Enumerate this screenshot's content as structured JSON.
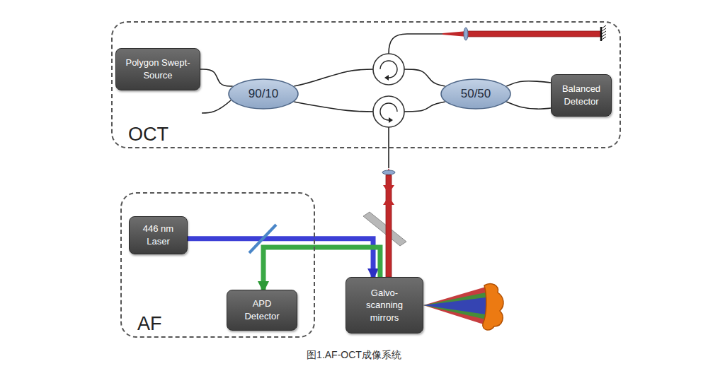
{
  "diagram": {
    "caption": "图1.AF-OCT成像系统",
    "nodes": [
      {
        "text": [
          "OCT"
        ]
      },
      {
        "text": [
          "Polygon Swept-Source"
        ],
        "in": 0
      },
      {
        "text": [
          "90/10"
        ],
        "in": 0
      },
      {
        "text": [
          "50/50"
        ],
        "in": 0
      },
      {
        "text": [
          "Balanced Detector"
        ],
        "in": 0
      },
      {
        "text": [
          "AF"
        ]
      },
      {
        "text": [
          "446 nm Laser"
        ],
        "in": 5
      },
      {
        "text": [
          "APD Detector"
        ],
        "in": 5
      },
      {
        "text": [
          "Galvo- scanning mirrors"
        ]
      }
    ],
    "edges": [
      {
        "from": 1,
        "to": 2,
        "arrow": "none"
      },
      {
        "from": 2,
        "to": 3,
        "arrow": "none"
      },
      {
        "from": 2,
        "to": 3,
        "arrow": "none"
      },
      {
        "from": 3,
        "to": 4,
        "arrow": "none"
      },
      {
        "from": 3,
        "to": 4,
        "arrow": "none"
      },
      {
        "from": 6,
        "to": 8,
        "arrow": "to"
      },
      {
        "from": 8,
        "to": 7,
        "arrow": "to"
      }
    ]
  }
}
